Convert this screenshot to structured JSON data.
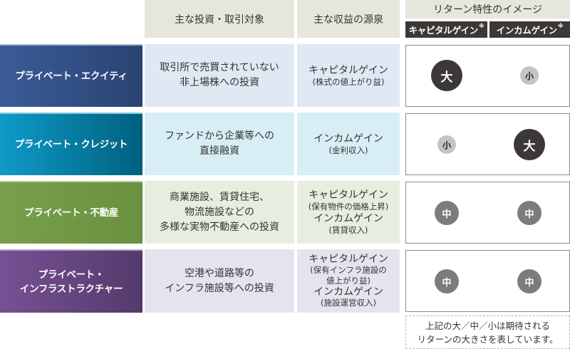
{
  "header": {
    "targets": "主な投資・取引対象",
    "sources": "主な収益の源泉",
    "return_image": "リターン特性のイメージ",
    "capital_gain": "キャピタルゲイン",
    "income_gain": "インカムゲイン",
    "asterisk": "※"
  },
  "rows": [
    {
      "name_line1": "プライベート・エクイティ",
      "name_line2": "",
      "color_from": "#3b5c98",
      "color_to": "#2a4373",
      "cell_bg": "#dfe8f3",
      "target_lines": [
        "取引所で売買されていない",
        "非上場株への投資"
      ],
      "sources": [
        {
          "main": "キャピタルゲイン",
          "note": "(株式の値上がり益)"
        }
      ],
      "capital": "大",
      "capital_size": "big",
      "income": "小",
      "income_size": "small"
    },
    {
      "name_line1": "プライベート・クレジット",
      "name_line2": "",
      "color_from": "#0f9ac8",
      "color_to": "#00607e",
      "cell_bg": "#d8eef5",
      "target_lines": [
        "ファンドから企業等への",
        "直接融資"
      ],
      "sources": [
        {
          "main": "インカムゲイン",
          "note": "(金利収入)"
        }
      ],
      "capital": "小",
      "capital_size": "small",
      "income": "大",
      "income_size": "big"
    },
    {
      "name_line1": "プライベート・不動産",
      "name_line2": "",
      "color_from": "#78a04a",
      "color_to": "#6a9040",
      "cell_bg": "#e8eedf",
      "target_lines": [
        "商業施設、賃貸住宅、",
        "物流施設などの",
        "多様な実物不動産への投資"
      ],
      "sources": [
        {
          "main": "キャピタルゲイン",
          "note": "(保有物件の価格上昇)"
        },
        {
          "main": "インカムゲイン",
          "note": "(賃貸収入)"
        }
      ],
      "capital": "中",
      "capital_size": "mid",
      "income": "中",
      "income_size": "mid"
    },
    {
      "name_line1": "プライベート・",
      "name_line2": "インフラストラクチャー",
      "color_from": "#765193",
      "color_to": "#553a6c",
      "cell_bg": "#e7e3ee",
      "target_lines": [
        "空港や道路等の",
        "インフラ施設等への投資"
      ],
      "sources": [
        {
          "main": "キャピタルゲイン",
          "note": "(保有インフラ施設の",
          "note2": "値上がり益)"
        },
        {
          "main": "インカムゲイン",
          "note": "(施設運営収入)"
        }
      ],
      "capital": "中",
      "capital_size": "mid",
      "income": "中",
      "income_size": "mid"
    }
  ],
  "footnote": {
    "line1": "上記の大／中／小は期待される",
    "line2": "リターンの大きさを表しています。"
  }
}
